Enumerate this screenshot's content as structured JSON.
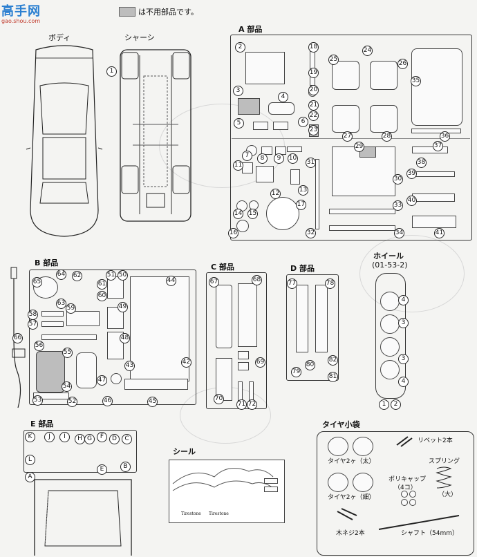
{
  "watermark": {
    "logo_text": "高手网",
    "url": "gao.shou.com"
  },
  "legend": {
    "text": "は不用部品です。"
  },
  "top": {
    "body_label": "ボディ",
    "chassis_label": "シャーシ",
    "chassis_part": "1"
  },
  "sections": {
    "A": {
      "title": "A 部品",
      "numbers": [
        "2",
        "3",
        "4",
        "5",
        "6",
        "7",
        "8",
        "9",
        "10",
        "11",
        "12",
        "13",
        "14",
        "15",
        "16",
        "17",
        "18",
        "19",
        "20",
        "21",
        "22",
        "23",
        "24",
        "25",
        "26",
        "27",
        "28",
        "29",
        "30",
        "31",
        "32",
        "33",
        "34",
        "35",
        "36",
        "37",
        "38",
        "39",
        "40",
        "41"
      ]
    },
    "B": {
      "title": "B 部品",
      "numbers": [
        "42",
        "43",
        "44",
        "45",
        "46",
        "47",
        "48",
        "49",
        "50",
        "51",
        "52",
        "53",
        "54",
        "55",
        "56",
        "57",
        "58",
        "59",
        "60",
        "61",
        "62",
        "63",
        "64",
        "65",
        "66"
      ]
    },
    "C": {
      "title": "C 部品",
      "numbers": [
        "67",
        "68",
        "69",
        "70",
        "71",
        "72"
      ]
    },
    "D": {
      "title": "D 部品",
      "numbers": [
        "77",
        "78",
        "79",
        "80",
        "81",
        "82"
      ]
    },
    "wheel": {
      "title": "ホイール",
      "code": "(01-53-2)",
      "numbers": [
        "4",
        "3",
        "3",
        "4",
        "1",
        "2"
      ]
    },
    "E": {
      "title": "E 部品",
      "letters": [
        "K",
        "J",
        "I",
        "H",
        "G",
        "F",
        "D",
        "C",
        "L",
        "E",
        "B",
        "A"
      ]
    },
    "seal": {
      "title": "シール",
      "brand": "Tirestone"
    },
    "tire_bag": {
      "title": "タイヤ小袋",
      "rivet": "リベット2本",
      "tire_wide": "タイヤ2ヶ（太）",
      "tire_thin": "タイヤ2ヶ（細）",
      "spring": "スプリング",
      "spring_note": "（大）",
      "polycap": "ポリキャップ",
      "polycap_count": "（4コ）",
      "screw": "木ネジ2本",
      "shaft": "シャフト（54mm）"
    }
  },
  "colors": {
    "unused": "#bdbdbd",
    "line": "#222222",
    "paper": "#f4f4f2"
  }
}
